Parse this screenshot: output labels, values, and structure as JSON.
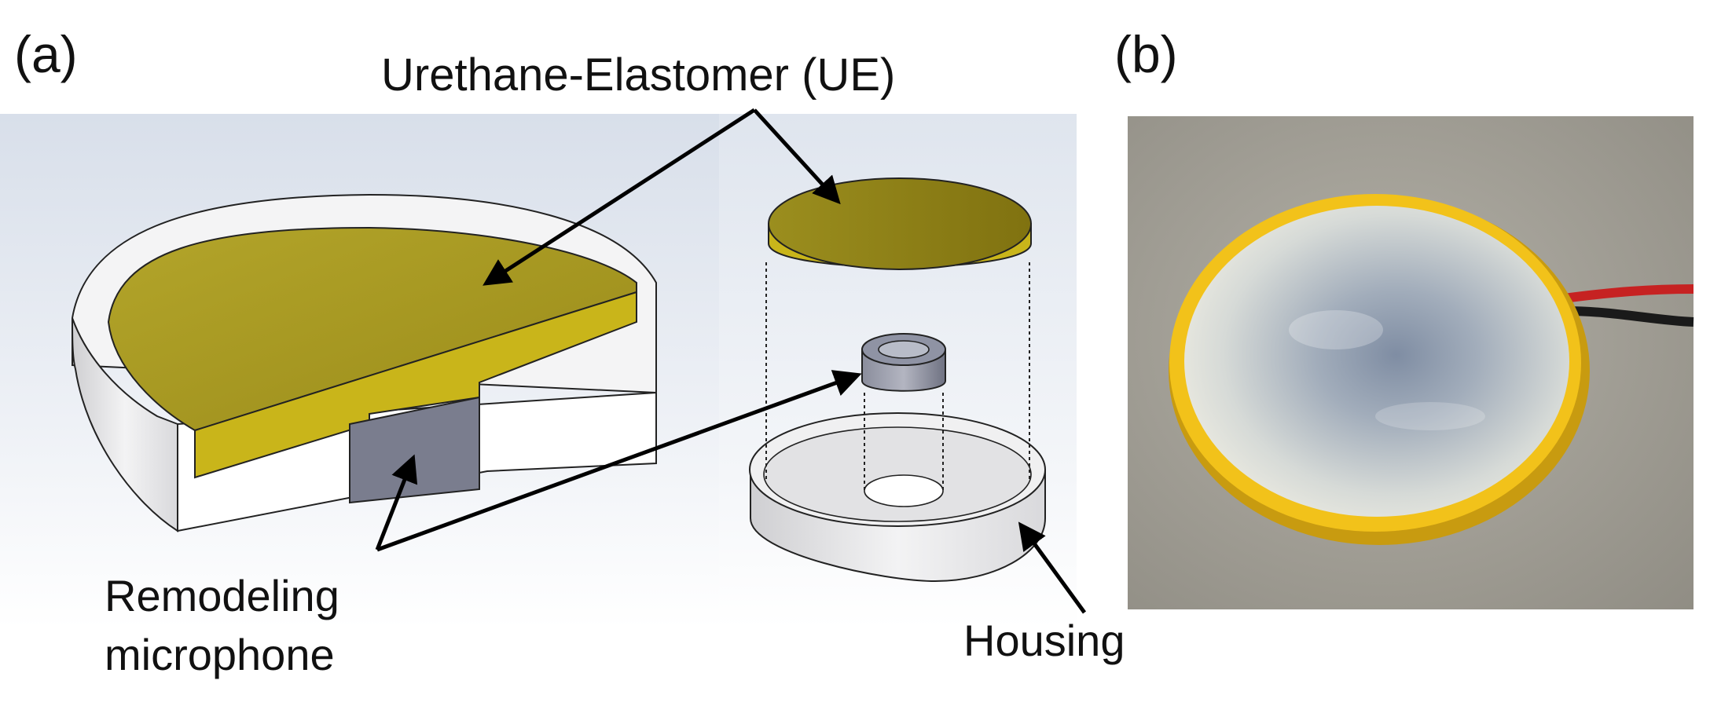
{
  "panel_a": {
    "label": "(a)",
    "ue_label": "Urethane-Elastomer (UE)",
    "mic_label_line1": "Remodeling",
    "mic_label_line2": "microphone",
    "housing_label": "Housing"
  },
  "panel_b": {
    "label": "(b)"
  },
  "colors": {
    "elastomer": "#a69a1e",
    "elastomer_side": "#c9b51a",
    "housing": "#f2f2f2",
    "microphone": "#7a7d8e",
    "photo_background": "#a7a49a",
    "photo_rim": "#f2c21a"
  }
}
